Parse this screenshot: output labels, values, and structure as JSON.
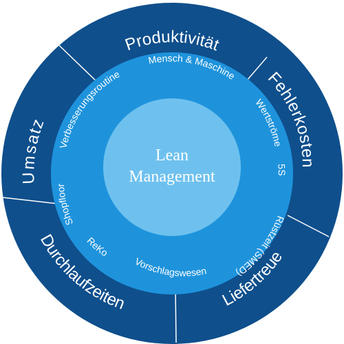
{
  "center": {
    "line1": "Lean",
    "line2": "Management"
  },
  "middle_ring": {
    "items": [
      {
        "label": "Mensch & Maschine"
      },
      {
        "label": "Wertströme"
      },
      {
        "label": "5S"
      },
      {
        "label": "Rüstzeit (SMED)"
      },
      {
        "label": "Vorschlagswesen"
      },
      {
        "label": "ReKo"
      },
      {
        "label": "Shopfloor"
      },
      {
        "label": "Verbesserungsroutine"
      }
    ]
  },
  "outer_ring": {
    "segments": [
      {
        "label": "Produktivität"
      },
      {
        "label": "Fehlerkosten"
      },
      {
        "label": "Liefertreue"
      },
      {
        "label": "Durchlaufzeiten"
      },
      {
        "label": "Umsatz"
      }
    ]
  },
  "colors": {
    "outer": "#0f4f8c",
    "middle": "#1e93dc",
    "core": "#6ec1ee",
    "divider": "#ffffff"
  }
}
